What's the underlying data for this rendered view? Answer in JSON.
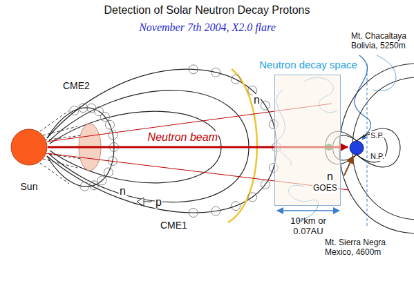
{
  "diagram": {
    "title": "Detection of Solar Neutron Decay Protons",
    "nodes": [
      {
        "text": [
          "Sun"
        ]
      },
      {
        "text": [
          "Neutron decay space",
          "n"
        ]
      },
      {
        "text": [
          "S.P.",
          "N.P."
        ]
      }
    ],
    "edges": [
      {
        "from": 0,
        "to": 2,
        "arrow": "to",
        "label": "Neutron beam"
      }
    ],
    "labels": [
      "November 7th 2004,  X2.0 flare",
      "CME2",
      "CME1",
      "n",
      "n",
      "p",
      "GOES",
      "Mt. Chacaltaya Bolivia, 5250m",
      "Mt. Sierra Negra Mexico, 4600m",
      "10⁷km or 0.07AU"
    ]
  }
}
